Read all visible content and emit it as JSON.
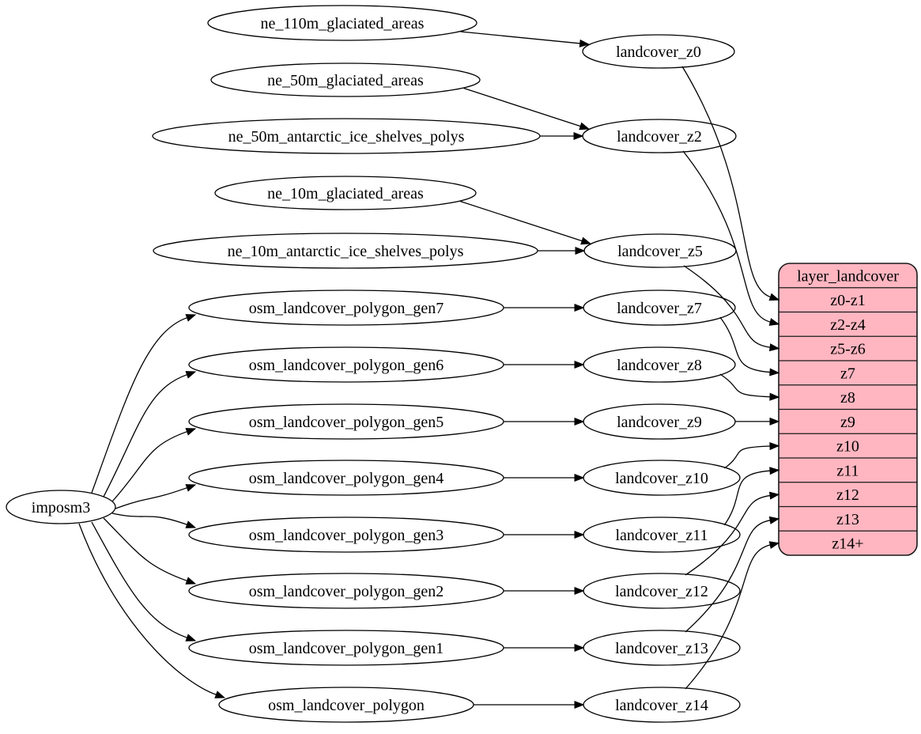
{
  "diagram": {
    "type": "dependency-graph",
    "colors": {
      "background": "#ffffff",
      "node_fill": "#ffffff",
      "node_stroke": "#000000",
      "edge_stroke": "#000000",
      "record_fill": "#ffb6c1",
      "record_stroke": "#1a1a1a",
      "text": "#000000"
    },
    "nodes": [
      {
        "id": "imposm3",
        "label": "imposm3"
      },
      {
        "id": "ne_110m_glaciated_areas",
        "label": "ne_110m_glaciated_areas"
      },
      {
        "id": "ne_50m_glaciated_areas",
        "label": "ne_50m_glaciated_areas"
      },
      {
        "id": "ne_50m_antarctic_ice_shelves_polys",
        "label": "ne_50m_antarctic_ice_shelves_polys"
      },
      {
        "id": "ne_10m_glaciated_areas",
        "label": "ne_10m_glaciated_areas"
      },
      {
        "id": "ne_10m_antarctic_ice_shelves_polys",
        "label": "ne_10m_antarctic_ice_shelves_polys"
      },
      {
        "id": "osm_landcover_polygon_gen7",
        "label": "osm_landcover_polygon_gen7"
      },
      {
        "id": "osm_landcover_polygon_gen6",
        "label": "osm_landcover_polygon_gen6"
      },
      {
        "id": "osm_landcover_polygon_gen5",
        "label": "osm_landcover_polygon_gen5"
      },
      {
        "id": "osm_landcover_polygon_gen4",
        "label": "osm_landcover_polygon_gen4"
      },
      {
        "id": "osm_landcover_polygon_gen3",
        "label": "osm_landcover_polygon_gen3"
      },
      {
        "id": "osm_landcover_polygon_gen2",
        "label": "osm_landcover_polygon_gen2"
      },
      {
        "id": "osm_landcover_polygon_gen1",
        "label": "osm_landcover_polygon_gen1"
      },
      {
        "id": "osm_landcover_polygon",
        "label": "osm_landcover_polygon"
      },
      {
        "id": "landcover_z0",
        "label": "landcover_z0"
      },
      {
        "id": "landcover_z2",
        "label": "landcover_z2"
      },
      {
        "id": "landcover_z5",
        "label": "landcover_z5"
      },
      {
        "id": "landcover_z7",
        "label": "landcover_z7"
      },
      {
        "id": "landcover_z8",
        "label": "landcover_z8"
      },
      {
        "id": "landcover_z9",
        "label": "landcover_z9"
      },
      {
        "id": "landcover_z10",
        "label": "landcover_z10"
      },
      {
        "id": "landcover_z11",
        "label": "landcover_z11"
      },
      {
        "id": "landcover_z12",
        "label": "landcover_z12"
      },
      {
        "id": "landcover_z13",
        "label": "landcover_z13"
      },
      {
        "id": "landcover_z14",
        "label": "landcover_z14"
      }
    ],
    "record": {
      "id": "layer_landcover",
      "title": "layer_landcover",
      "rows": [
        "z0-z1",
        "z2-z4",
        "z5-z6",
        "z7",
        "z8",
        "z9",
        "z10",
        "z11",
        "z12",
        "z13",
        "z14+"
      ]
    },
    "edges": [
      {
        "from": "ne_110m_glaciated_areas",
        "to": "landcover_z0"
      },
      {
        "from": "ne_50m_glaciated_areas",
        "to": "landcover_z2"
      },
      {
        "from": "ne_50m_antarctic_ice_shelves_polys",
        "to": "landcover_z2"
      },
      {
        "from": "ne_10m_glaciated_areas",
        "to": "landcover_z5"
      },
      {
        "from": "ne_10m_antarctic_ice_shelves_polys",
        "to": "landcover_z5"
      },
      {
        "from": "imposm3",
        "to": "osm_landcover_polygon_gen7"
      },
      {
        "from": "imposm3",
        "to": "osm_landcover_polygon_gen6"
      },
      {
        "from": "imposm3",
        "to": "osm_landcover_polygon_gen5"
      },
      {
        "from": "imposm3",
        "to": "osm_landcover_polygon_gen4"
      },
      {
        "from": "imposm3",
        "to": "osm_landcover_polygon_gen3"
      },
      {
        "from": "imposm3",
        "to": "osm_landcover_polygon_gen2"
      },
      {
        "from": "imposm3",
        "to": "osm_landcover_polygon_gen1"
      },
      {
        "from": "imposm3",
        "to": "osm_landcover_polygon"
      },
      {
        "from": "osm_landcover_polygon_gen7",
        "to": "landcover_z7"
      },
      {
        "from": "osm_landcover_polygon_gen6",
        "to": "landcover_z8"
      },
      {
        "from": "osm_landcover_polygon_gen5",
        "to": "landcover_z9"
      },
      {
        "from": "osm_landcover_polygon_gen4",
        "to": "landcover_z10"
      },
      {
        "from": "osm_landcover_polygon_gen3",
        "to": "landcover_z11"
      },
      {
        "from": "osm_landcover_polygon_gen2",
        "to": "landcover_z12"
      },
      {
        "from": "osm_landcover_polygon_gen1",
        "to": "landcover_z13"
      },
      {
        "from": "osm_landcover_polygon",
        "to": "landcover_z14"
      },
      {
        "from": "landcover_z0",
        "to": "layer_landcover",
        "port": "z0-z1"
      },
      {
        "from": "landcover_z2",
        "to": "layer_landcover",
        "port": "z2-z4"
      },
      {
        "from": "landcover_z5",
        "to": "layer_landcover",
        "port": "z5-z6"
      },
      {
        "from": "landcover_z7",
        "to": "layer_landcover",
        "port": "z7"
      },
      {
        "from": "landcover_z8",
        "to": "layer_landcover",
        "port": "z8"
      },
      {
        "from": "landcover_z9",
        "to": "layer_landcover",
        "port": "z9"
      },
      {
        "from": "landcover_z10",
        "to": "layer_landcover",
        "port": "z10"
      },
      {
        "from": "landcover_z11",
        "to": "layer_landcover",
        "port": "z11"
      },
      {
        "from": "landcover_z12",
        "to": "layer_landcover",
        "port": "z12"
      },
      {
        "from": "landcover_z13",
        "to": "layer_landcover",
        "port": "z13"
      },
      {
        "from": "landcover_z14",
        "to": "layer_landcover",
        "port": "z14+"
      }
    ]
  }
}
